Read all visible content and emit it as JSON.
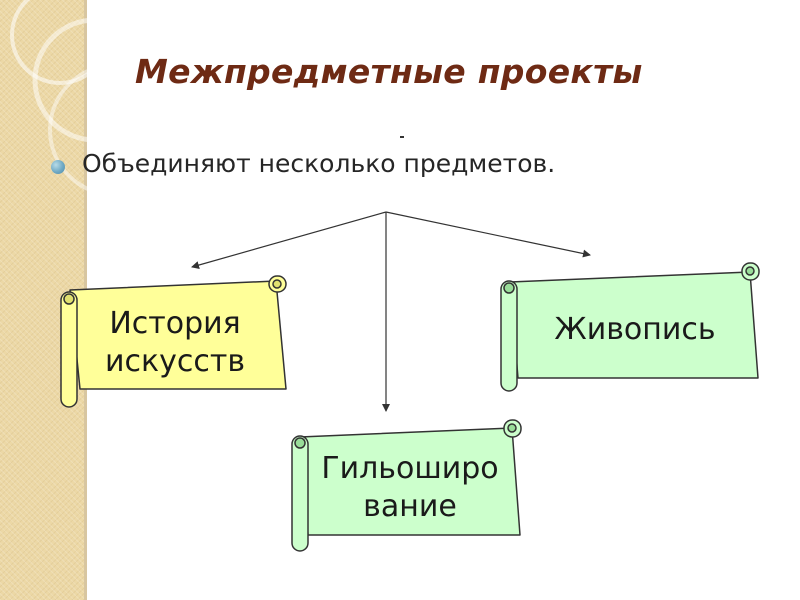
{
  "slide": {
    "title": "Межпредметные проекты",
    "bullet": "Объединяют несколько предметов."
  },
  "diagram": {
    "nodes": [
      {
        "id": "history",
        "label": "История\nискусств",
        "fill": "#ffff99"
      },
      {
        "id": "painting",
        "label": "Живопись",
        "fill": "#ccffcc"
      },
      {
        "id": "guilloche",
        "label": "Гильоширо\nвание",
        "fill": "#ccffcc"
      }
    ]
  },
  "colors": {
    "title": "#6e2a14",
    "bullet_dot": "#6fa9c4",
    "sidebar": "#ecd8a6",
    "scroll_yellow": "#ffff99",
    "scroll_green": "#ccffcc",
    "outline": "#333333"
  }
}
